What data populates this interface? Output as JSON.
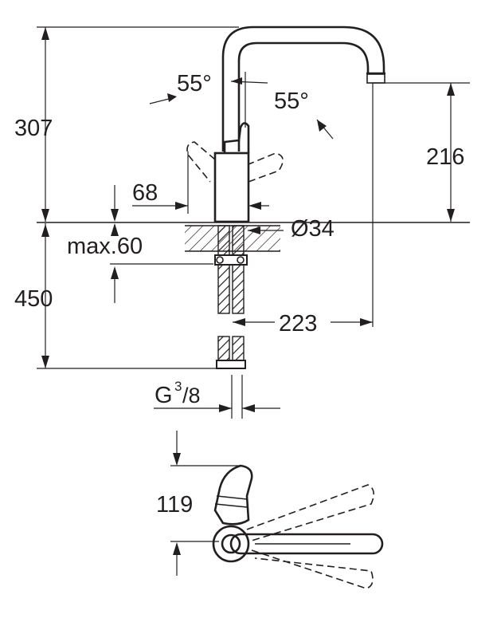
{
  "dimensions": {
    "height_top": "307",
    "spout_height": "216",
    "rotation_left": "55°",
    "rotation_right": "55°",
    "lever_offset": "68",
    "diameter": "Ø34",
    "max_thickness": "max.60",
    "below_height": "450",
    "reach": "223",
    "thread_main": "G",
    "thread_sup": "3",
    "thread_sub": "/8",
    "lever_height": "119"
  },
  "colors": {
    "ink": "#231f20",
    "paper": "#ffffff"
  }
}
